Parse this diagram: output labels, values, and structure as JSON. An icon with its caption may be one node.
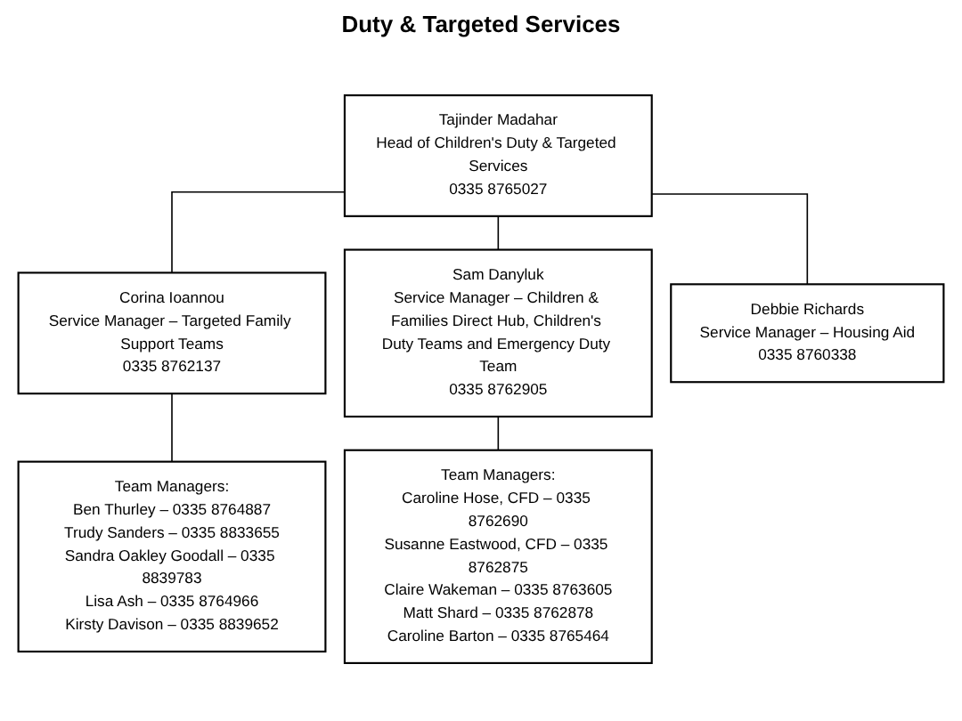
{
  "diagram": {
    "title": "Duty & Targeted Services",
    "nodes": [
      {
        "text": [
          "Tajinder Madahar",
          "Head of Children's Duty & Targeted Services",
          "0335 8765027"
        ]
      },
      {
        "text": [
          "Corina Ioannou",
          "Service Manager – Targeted Family Support Teams",
          "0335 8762137"
        ]
      },
      {
        "text": [
          "Sam Danyluk",
          "Service Manager – Children & Families Direct Hub, Children's Duty Teams and Emergency Duty Team",
          "0335 8762905"
        ]
      },
      {
        "text": [
          "Debbie Richards",
          "Service Manager – Housing Aid",
          "0335 8760338"
        ]
      },
      {
        "text": [
          "Team Managers:",
          "Ben Thurley – 0335 8764887",
          "Trudy Sanders – 0335 8833655",
          "Sandra Oakley Goodall – 0335 8839783",
          "Lisa Ash – 0335 8764966",
          "Kirsty Davison – 0335 8839652"
        ]
      },
      {
        "text": [
          "Team Managers:",
          "Caroline Hose, CFD – 0335 8762690",
          "Susanne Eastwood, CFD – 0335 8762875",
          "Claire Wakeman – 0335 8763605",
          "Matt Shard – 0335 8762878",
          "Caroline Barton – 0335 8765464"
        ]
      }
    ],
    "edges": [
      {
        "from": 0,
        "to": 1,
        "arrow": "none"
      },
      {
        "from": 0,
        "to": 2,
        "arrow": "none"
      },
      {
        "from": 0,
        "to": 3,
        "arrow": "none"
      },
      {
        "from": 1,
        "to": 4,
        "arrow": "none"
      },
      {
        "from": 2,
        "to": 5,
        "arrow": "none"
      }
    ]
  }
}
